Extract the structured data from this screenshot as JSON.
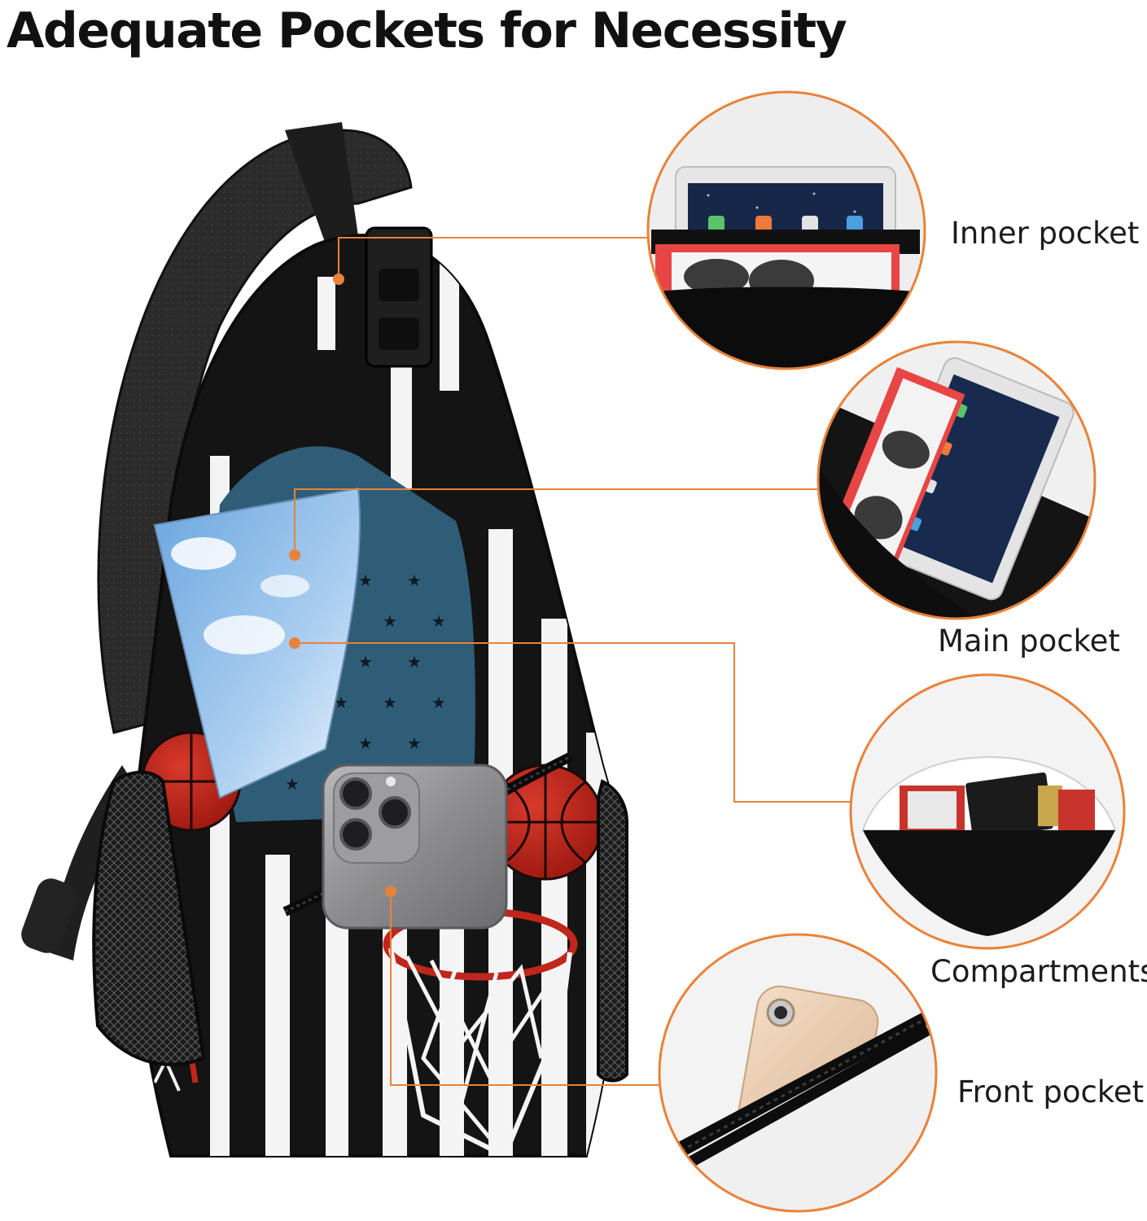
{
  "title": "Adequate Pockets for Necessity",
  "accent_color": "#e8823a",
  "callouts": [
    {
      "label": "Inner pocket"
    },
    {
      "label": "Main pocket"
    },
    {
      "label": "Compartments"
    },
    {
      "label": "Front pocket"
    }
  ]
}
